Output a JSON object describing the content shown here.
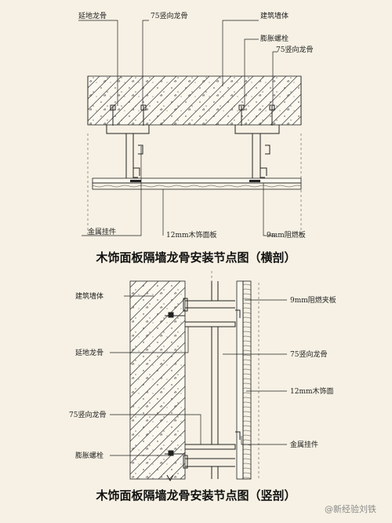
{
  "colors": {
    "background": "#f6f1e4",
    "line": "#222222"
  },
  "top_diagram": {
    "labels": {
      "ceiling_keel": "延地龙骨",
      "vertical_keel_top": "75竖向龙骨",
      "building_wall": "建筑墙体",
      "expansion_bolt": "膨胀螺栓",
      "vertical_keel_right": "75竖向龙骨",
      "metal_hanger": "金属挂件",
      "wood_panel": "12mm木饰面板",
      "fireproof_board": "9mm阻燃板"
    },
    "caption": "木饰面板隔墙龙骨安装节点图（横剖）"
  },
  "bottom_diagram": {
    "labels": {
      "building_wall": "建筑墙体",
      "ceiling_keel": "延地龙骨",
      "vertical_keel_left": "75竖向龙骨",
      "expansion_bolt": "膨胀螺栓",
      "fireproof_sandwich": "9mm阻燃夹板",
      "vertical_keel_right": "75竖向龙骨",
      "wood_veneer": "12mm木饰面",
      "metal_hanger": "金属挂件"
    },
    "caption": "木饰面板隔墙龙骨安装节点图（竖剖）"
  },
  "watermark": "@新经验刘铁"
}
